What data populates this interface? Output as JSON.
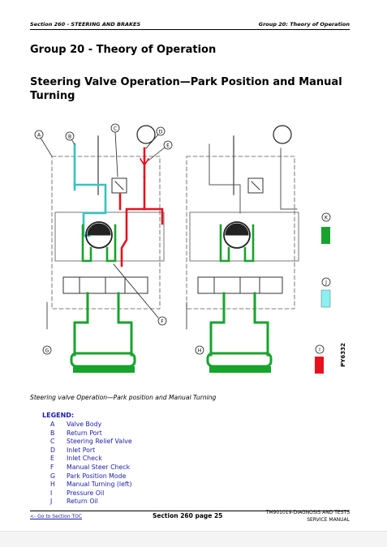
{
  "header": {
    "left": "Section 260 - STEERING AND BRAKES",
    "right": "Group 20: Theory of Operation"
  },
  "group_title": "Group 20 - Theory of Operation",
  "section_title": "Steering Valve Operation—Park Position and Manual Turning",
  "figure": {
    "callouts": [
      "A",
      "B",
      "C",
      "D",
      "E",
      "F",
      "G",
      "H",
      "I",
      "J",
      "K"
    ],
    "figure_id": "PY6332",
    "colors": {
      "pressure": "#e8111d",
      "return": "#33c4c4",
      "trapped": "#18a32d",
      "line": "#444444"
    }
  },
  "caption": "Steering valve Operation—Park position and Manual Turning",
  "legend": {
    "title": "LEGEND:",
    "items": [
      {
        "letter": "A",
        "text": "Valve Body"
      },
      {
        "letter": "B",
        "text": "Return Port"
      },
      {
        "letter": "C",
        "text": "Steering Relief Valve"
      },
      {
        "letter": "D",
        "text": "Inlet Port"
      },
      {
        "letter": "E",
        "text": "Inlet Check"
      },
      {
        "letter": "F",
        "text": "Manual Steer Check"
      },
      {
        "letter": "G",
        "text": "Park Position Mode"
      },
      {
        "letter": "H",
        "text": "Manual Turning (left)"
      },
      {
        "letter": "I",
        "text": "Pressure Oil"
      },
      {
        "letter": "J",
        "text": "Return Oil"
      }
    ]
  },
  "footer": {
    "link": "<- Go to Section TOC",
    "center": "Section 260 page 25",
    "right_line1": "TM901019-DIAGNOSIS AND TESTS",
    "right_line2": "SERVICE MANUAL"
  }
}
